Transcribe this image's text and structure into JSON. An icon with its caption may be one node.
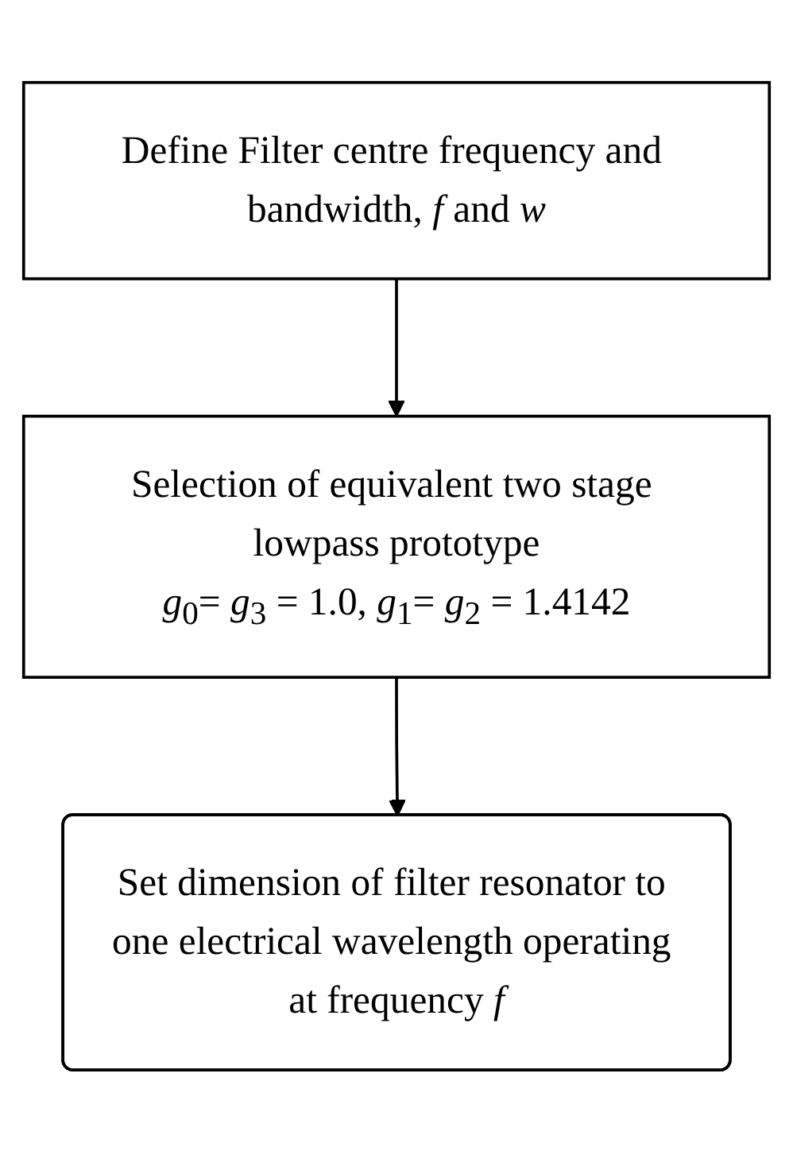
{
  "diagram": {
    "nodes": [
      {
        "text": [
          "Define Filter centre frequency and bandwidth, *f* and *w*"
        ]
      },
      {
        "text": [
          "Selection of equivalent two stage lowpass prototype",
          "*g*$_{0}$= *g*$_{3}$ = 1.0, *g*$_{1}$= *g*$_{2}$ = 1.4142"
        ]
      },
      {
        "text": [
          "Set dimension of filter resonator to one electrical wavelength operating at frequency *f*"
        ]
      }
    ],
    "edges": [
      {
        "from": 0,
        "to": 1,
        "arrow": "to"
      },
      {
        "from": 1,
        "to": 2,
        "arrow": "to"
      }
    ]
  }
}
